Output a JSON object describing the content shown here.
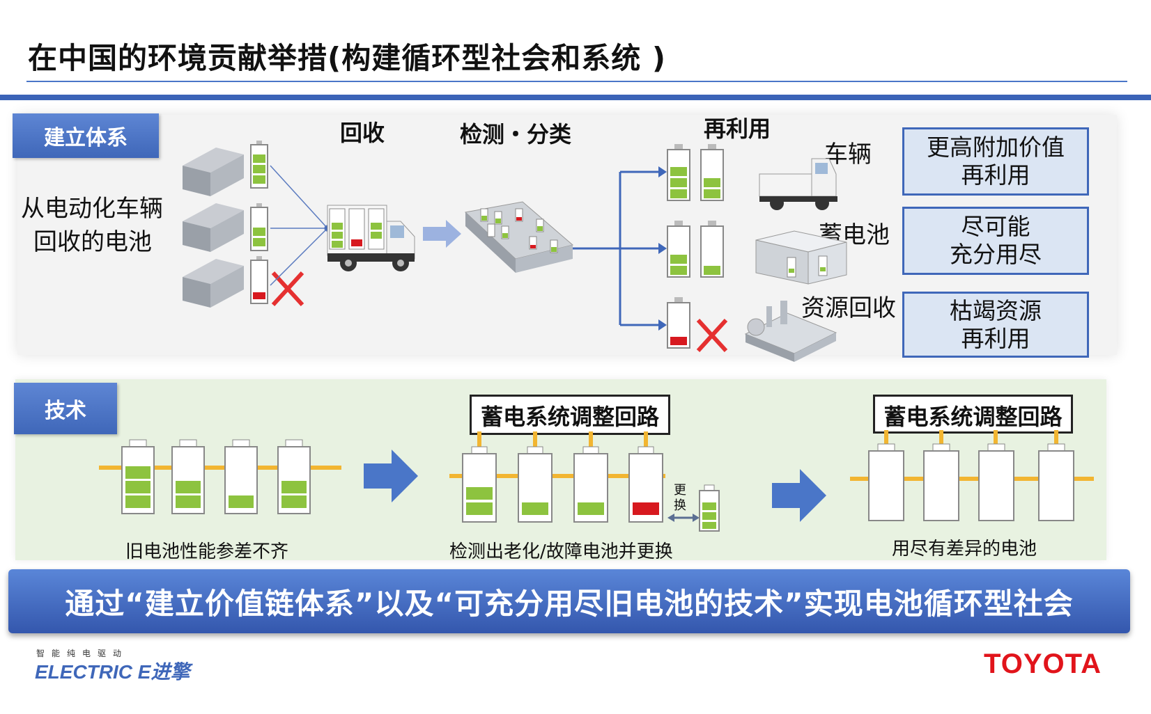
{
  "title": "在中国的环境贡献举措(构建循环型社会和系统 )",
  "section1": {
    "tag": "建立体系",
    "source_label_line1": "从电动化车辆",
    "source_label_line2": "回收的电池",
    "step_recover": "回收",
    "step_inspect": "检测・分类",
    "step_reuse": "再利用",
    "dest_vehicle": "车辆",
    "dest_storage": "蓄电池",
    "dest_resource": "资源回收",
    "value1_line1": "更高附加价值",
    "value1_line2": "再利用",
    "value2_line1": "尽可能",
    "value2_line2": "充分用尽",
    "value3_line1": "枯竭资源",
    "value3_line2": "再利用"
  },
  "section2": {
    "tag": "技术",
    "caption1": "旧电池性能参差不齐",
    "circuit_label_1": "蓄电系统调整回路",
    "replace_label_1": "更",
    "replace_label_2": "换",
    "caption2": "检测出老化/故障电池并更换",
    "circuit_label_2": "蓄电系统调整回路",
    "caption3": "用尽有差异的电池"
  },
  "banner": "通过“建立价值链体系”以及“可充分用尽旧电池的技术”实现电池循环型社会",
  "footer": {
    "logo_small": "智能纯电驱动",
    "logo_main": "ELECTRIC E进擎",
    "brand": "TOYOTA"
  },
  "colors": {
    "accent_blue": "#3f67b9",
    "battery_green": "#8dc33f",
    "battery_red": "#d7191f",
    "wire_yellow": "#f2b531",
    "toyota_red": "#e1141b"
  }
}
